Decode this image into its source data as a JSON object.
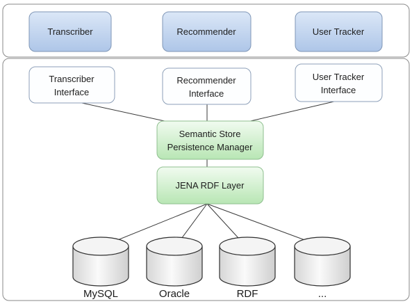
{
  "top_modules": [
    {
      "label": "Transcriber"
    },
    {
      "label": "Recommender"
    },
    {
      "label": "User Tracker"
    }
  ],
  "interfaces": [
    {
      "line1": "Transcriber",
      "line2": "Interface"
    },
    {
      "line1": "Recommender",
      "line2": "Interface"
    },
    {
      "line1": "User Tracker",
      "line2": "Interface"
    }
  ],
  "persistence_manager": {
    "line1": "Semantic Store",
    "line2": "Persistence Manager"
  },
  "rdf_layer": {
    "label": "JENA RDF Layer"
  },
  "databases": [
    {
      "label": "MySQL"
    },
    {
      "label": "Oracle"
    },
    {
      "label": "RDF"
    },
    {
      "label": "..."
    }
  ],
  "colors": {
    "module_fill_top": "#dbe7f7",
    "module_fill_bottom": "#aec6e8",
    "green_fill_top": "#f1fbf0",
    "green_fill_bottom": "#b8e6b4"
  }
}
